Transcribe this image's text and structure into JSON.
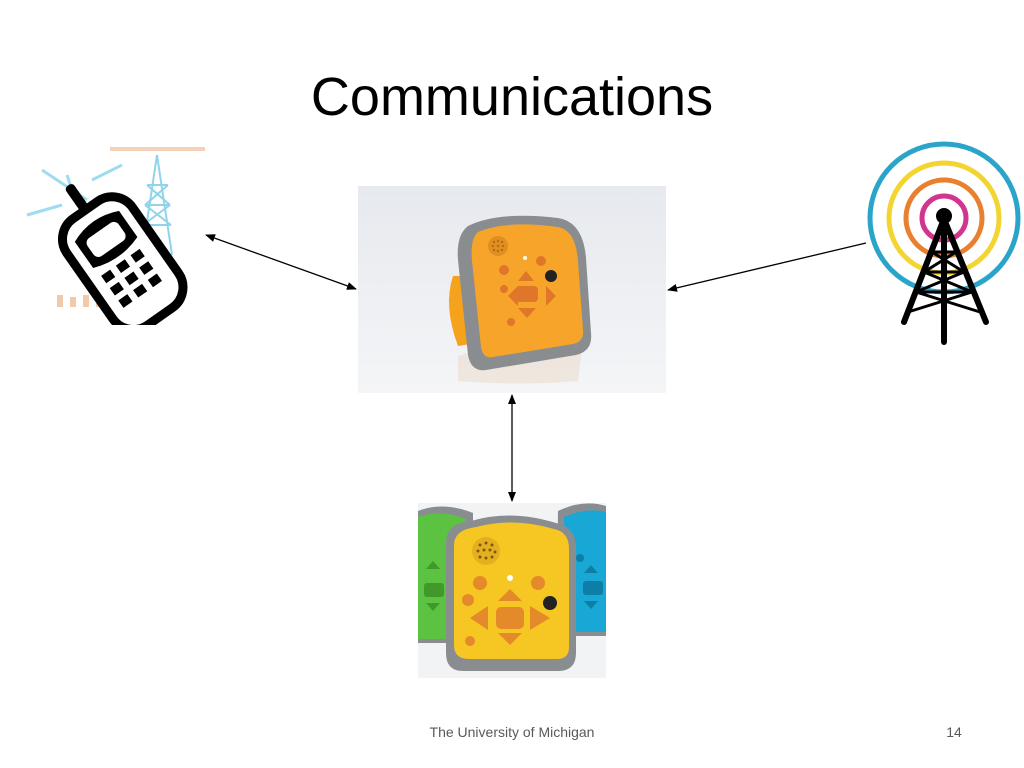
{
  "slide": {
    "title": "Communications",
    "footer": "The University of Michigan",
    "page_number": "14"
  },
  "icons": {
    "phone": "cell-phone-icon",
    "tower": "radio-tower-icon",
    "device": "handheld-device-image",
    "devices": "device-group-image"
  },
  "colors": {
    "device_orange": "#f5a623",
    "device_grey": "#8a8d8f",
    "tower_outer": "#2aa5c9",
    "tower_yellow": "#f2d530",
    "tower_orange": "#e8802f",
    "tower_magenta": "#d2358e"
  }
}
